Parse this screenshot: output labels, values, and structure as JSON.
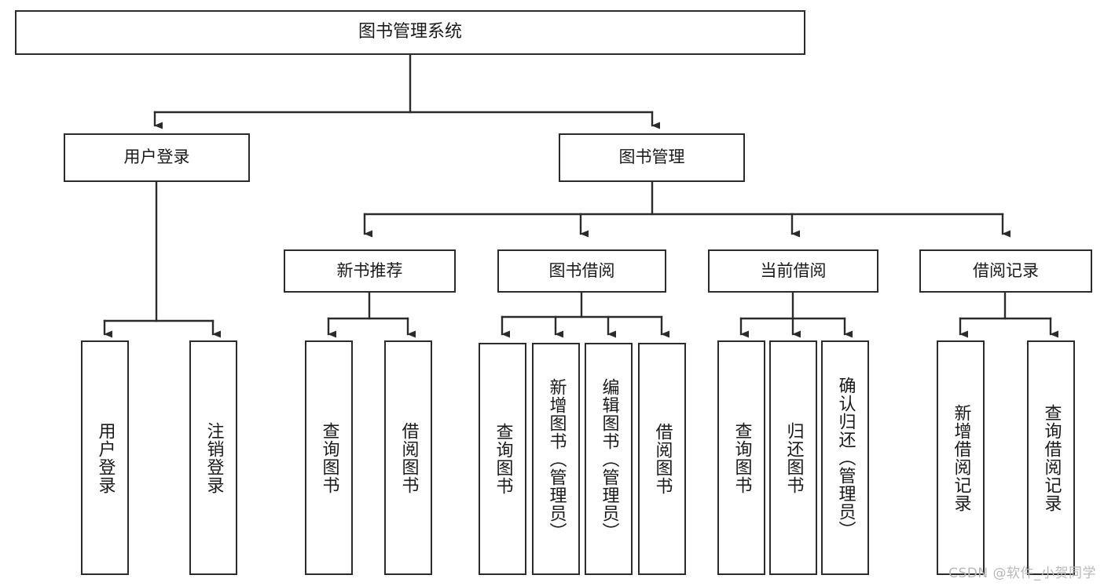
{
  "diagram": {
    "title": "图书管理系统",
    "watermark": "CSDN @软件_小贺同学",
    "stroke_color": "#2b2b2b",
    "background_color": "#ffffff",
    "text_color": "#1a1a1a",
    "watermark_color": "#b8b8b8",
    "root": {
      "label": "图书管理系统"
    },
    "level1": [
      {
        "label": "用户登录"
      },
      {
        "label": "图书管理"
      }
    ],
    "level2": [
      {
        "label": "新书推荐"
      },
      {
        "label": "图书借阅"
      },
      {
        "label": "当前借阅"
      },
      {
        "label": "借阅记录"
      }
    ],
    "leaves": {
      "user_login": [
        {
          "label": "用户登录"
        },
        {
          "label": "注销登录"
        }
      ],
      "new_book_recommend": [
        {
          "label": "查询图书"
        },
        {
          "label": "借阅图书"
        }
      ],
      "book_borrow": [
        {
          "label": "查询图书"
        },
        {
          "label": "新增图书（管理员）"
        },
        {
          "label": "编辑图书（管理员）"
        },
        {
          "label": "借阅图书"
        }
      ],
      "current_borrow": [
        {
          "label": "查询图书"
        },
        {
          "label": "归还图书"
        },
        {
          "label": "确认归还（管理员）"
        }
      ],
      "borrow_record": [
        {
          "label": "新增借阅记录"
        },
        {
          "label": "查询借阅记录"
        }
      ]
    }
  }
}
